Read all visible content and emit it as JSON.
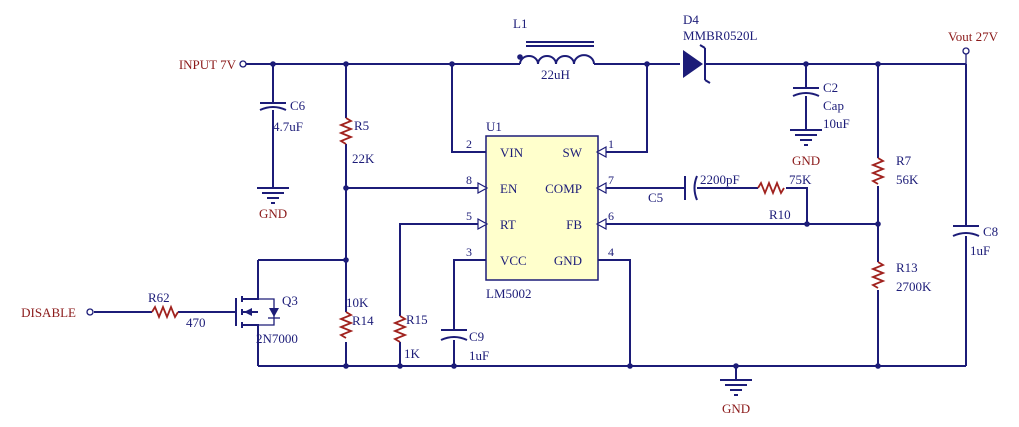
{
  "nets": {
    "input": "INPUT 7V",
    "vout": "Vout 27V",
    "disable": "DISABLE",
    "gnd_c6": "GND",
    "gnd_c2": "GND",
    "gnd_main": "GND"
  },
  "ic": {
    "ref": "U1",
    "part": "LM5002",
    "pins": [
      {
        "num": "2",
        "name": "VIN"
      },
      {
        "num": "8",
        "name": "EN"
      },
      {
        "num": "5",
        "name": "RT"
      },
      {
        "num": "3",
        "name": "VCC"
      },
      {
        "num": "1",
        "name": "SW"
      },
      {
        "num": "7",
        "name": "COMP"
      },
      {
        "num": "6",
        "name": "FB"
      },
      {
        "num": "4",
        "name": "GND"
      }
    ]
  },
  "components": {
    "L1": {
      "ref": "L1",
      "value": "22uH"
    },
    "D4": {
      "ref": "D4",
      "value": "MMBR0520L"
    },
    "C2": {
      "ref": "C2",
      "value": "Cap",
      "value2": "10uF"
    },
    "C6": {
      "ref": "C6",
      "value": "4.7uF"
    },
    "R5": {
      "ref": "R5",
      "value": "22K"
    },
    "C5": {
      "ref": "C5",
      "value": "2200pF"
    },
    "R10": {
      "ref": "R10",
      "value": "75K"
    },
    "R7": {
      "ref": "R7",
      "value": "56K"
    },
    "R13": {
      "ref": "R13",
      "value": "2700K"
    },
    "C8": {
      "ref": "C8",
      "value": "1uF"
    },
    "R62": {
      "ref": "R62",
      "value": "470"
    },
    "Q3": {
      "ref": "Q3",
      "value": "2N7000"
    },
    "R14": {
      "ref": "R14",
      "value": "10K"
    },
    "R15": {
      "ref": "R15",
      "value": "1K"
    },
    "C9": {
      "ref": "C9",
      "value": "1uF"
    }
  }
}
